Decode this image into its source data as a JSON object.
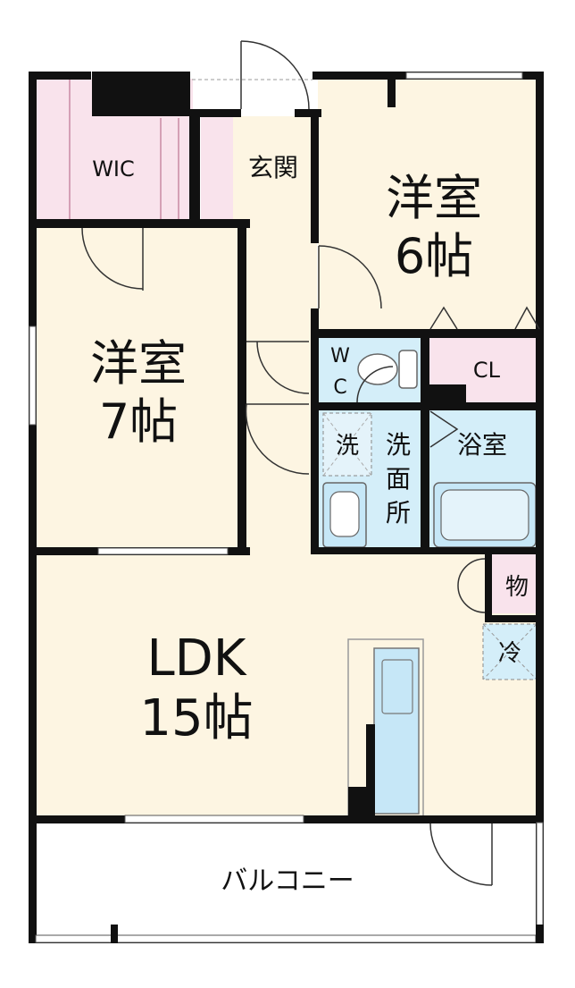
{
  "rooms": {
    "wic": {
      "label": "WIC"
    },
    "genkan": {
      "label": "玄関"
    },
    "bedroom6": {
      "label_1": "洋室",
      "label_2": "6帖"
    },
    "bedroom7": {
      "label_1": "洋室",
      "label_2": "7帖"
    },
    "wc": {
      "label_1": "W",
      "label_2": "C"
    },
    "cl": {
      "label": "CL"
    },
    "laundry": {
      "label": "洗"
    },
    "washroom": {
      "label_1": "洗",
      "label_2": "面",
      "label_3": "所"
    },
    "bath": {
      "label": "浴室"
    },
    "storage": {
      "label": "物"
    },
    "fridge": {
      "label": "冷"
    },
    "ldk": {
      "label_1": "LDK",
      "label_2": "15帖"
    },
    "balcony": {
      "label": "バルコニー"
    }
  },
  "colors": {
    "wall": "#111111",
    "floor": "#fdf5e2",
    "wic": "#f9e3ec",
    "wet": "#d4eef9",
    "fixture": "#c6e7f7",
    "balcony": "#ffffff"
  }
}
